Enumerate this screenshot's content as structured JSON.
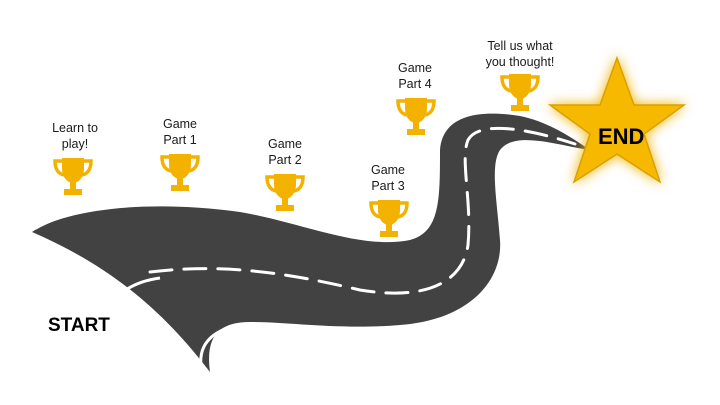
{
  "start_label": "START",
  "end_label": "END",
  "milestones": [
    {
      "lines": [
        "Learn to",
        "play!"
      ],
      "icon": "trophy-icon"
    },
    {
      "lines": [
        "Game",
        "Part 1"
      ],
      "icon": "trophy-icon"
    },
    {
      "lines": [
        "Game",
        "Part 2"
      ],
      "icon": "trophy-icon"
    },
    {
      "lines": [
        "Game",
        "Part 3"
      ],
      "icon": "trophy-icon"
    },
    {
      "lines": [
        "Game",
        "Part 4"
      ],
      "icon": "trophy-icon"
    },
    {
      "lines": [
        "Tell us what",
        "you thought!"
      ],
      "icon": "trophy-icon"
    }
  ],
  "colors": {
    "road": "#424242",
    "road_edge": "#ffffff",
    "trophy": "#f3b100",
    "star": "#f7b900",
    "star_glow": "#f8d54a"
  }
}
